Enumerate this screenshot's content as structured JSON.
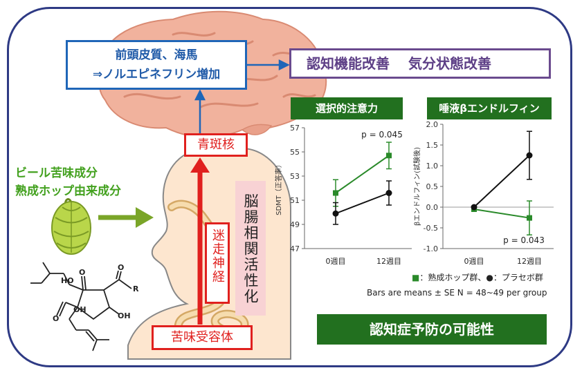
{
  "top_box": {
    "line1": "前頭皮質、海馬",
    "line2": "⇒ノルエピネフリン増加"
  },
  "outcome_box": {
    "text": "認知機能改善　 気分状態改善"
  },
  "nucleus_label": "青斑核",
  "vagus_label": "迷走神経",
  "receptor_label": "苦味受容体",
  "gut_brain_label": "脳腸相関活性化",
  "beer_label": {
    "line1": "ビール苦味成分",
    "line2": "熟成ホップ由来成分"
  },
  "molecule_labels": {
    "oh1": "HO",
    "o1": "O",
    "o2": "O",
    "r": "R",
    "oh2": "OH",
    "oh3": "OH",
    "o3": "O"
  },
  "conclusion": "認知症予防の可能性",
  "legend": {
    "hop_marker": "■",
    "hop_label": "：熟成ホップ群、",
    "placebo_marker": "●",
    "placebo_label": "：プラセボ群"
  },
  "footnote": "Bars are means ± SE N = 48~49 per group",
  "colors": {
    "hop": "#2a8a2a",
    "placebo": "#111111",
    "red": "#e0201e",
    "blue": "#1f66b8",
    "dark_green": "#22701f"
  },
  "chart_data": [
    {
      "type": "line",
      "title": "選択的注意力",
      "categories": [
        "0週目",
        "12週目"
      ],
      "ylabel": "SDMT（正答率）",
      "ylim": [
        47,
        57
      ],
      "yticks": [
        47,
        49,
        51,
        53,
        55,
        57
      ],
      "series": [
        {
          "name": "熟成ホップ群",
          "marker": "square",
          "values": [
            51.6,
            54.7
          ],
          "errors": [
            1.1,
            1.1
          ]
        },
        {
          "name": "プラセボ群",
          "marker": "circle",
          "values": [
            49.9,
            51.6
          ],
          "errors": [
            0.9,
            1.0
          ]
        }
      ],
      "annotation": {
        "text": "p = 0.045",
        "at": "12週目"
      }
    },
    {
      "type": "line",
      "title": "唾液βエンドルフィン",
      "categories": [
        "0週目",
        "12週目"
      ],
      "ylabel": "βエンドルフィン(試験後)",
      "ylim": [
        -1.0,
        2.0
      ],
      "yticks": [
        -1.0,
        -0.5,
        0.0,
        0.5,
        1.0,
        1.5,
        2.0
      ],
      "yticklabels": [
        "-1.0",
        "-0.5",
        "0.0",
        "0.5",
        "1.0",
        "1.5",
        "2.0"
      ],
      "series": [
        {
          "name": "熟成ホップ群",
          "marker": "square",
          "values": [
            -0.05,
            -0.26
          ],
          "errors": [
            0,
            0.41
          ]
        },
        {
          "name": "プラセボ群",
          "marker": "circle",
          "values": [
            0.0,
            1.25
          ],
          "errors": [
            0,
            0.58
          ]
        }
      ],
      "annotation": {
        "text": "p = 0.043",
        "at": "12週目"
      }
    }
  ]
}
